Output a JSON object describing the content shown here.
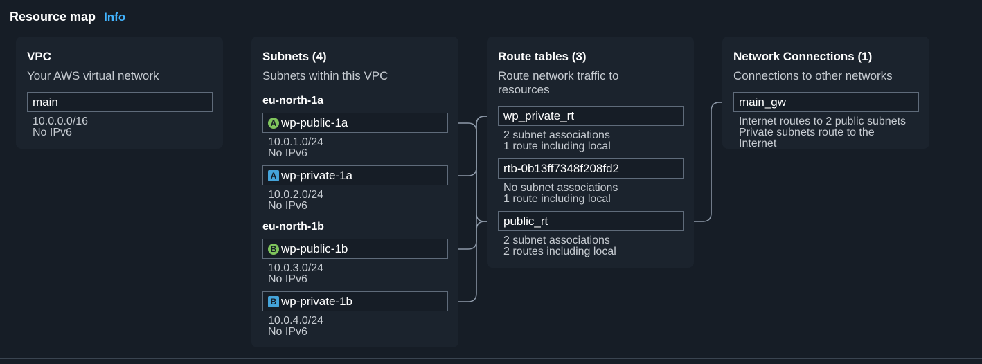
{
  "header": {
    "title": "Resource map",
    "info_link": "Info"
  },
  "vpc": {
    "title": "VPC",
    "description": "Your AWS virtual network",
    "name": "main",
    "cidr": "10.0.0.0/16",
    "ipv6": "No IPv6"
  },
  "subnets": {
    "title": "Subnets (4)",
    "description": "Subnets within this VPC",
    "zones": [
      {
        "name": "eu-north-1a",
        "items": [
          {
            "badge": "A",
            "name": "wp-public-1a",
            "cidr": "10.0.1.0/24",
            "ipv6": "No IPv6"
          },
          {
            "badge": "A",
            "name": "wp-private-1a",
            "cidr": "10.0.2.0/24",
            "ipv6": "No IPv6"
          }
        ]
      },
      {
        "name": "eu-north-1b",
        "items": [
          {
            "badge": "B",
            "name": "wp-public-1b",
            "cidr": "10.0.3.0/24",
            "ipv6": "No IPv6"
          },
          {
            "badge": "B",
            "name": "wp-private-1b",
            "cidr": "10.0.4.0/24",
            "ipv6": "No IPv6"
          }
        ]
      }
    ]
  },
  "route_tables": {
    "title": "Route tables (3)",
    "description": "Route network traffic to resources",
    "items": [
      {
        "name": "wp_private_rt",
        "line1": "2 subnet associations",
        "line2": "1 route including local"
      },
      {
        "name": "rtb-0b13ff7348f208fd2",
        "line1": "No subnet associations",
        "line2": "1 route including local"
      },
      {
        "name": "public_rt",
        "line1": "2 subnet associations",
        "line2": "2 routes including local"
      }
    ]
  },
  "network_connections": {
    "title": "Network Connections (1)",
    "description": "Connections to other networks",
    "items": [
      {
        "name": "main_gw",
        "detail": "Internet routes to 2 public subnets",
        "detail_overlap": "Private subnets route to the Internet"
      }
    ]
  },
  "colors": {
    "background": "#161d26",
    "panel": "#1b232d",
    "link": "#42b4ff",
    "public_badge": "#7fc45c",
    "private_badge": "#44a3d9",
    "connector": "#8d99a8"
  },
  "icons": {
    "public_subnet": "circle-letter-badge",
    "private_subnet": "square-letter-badge"
  }
}
